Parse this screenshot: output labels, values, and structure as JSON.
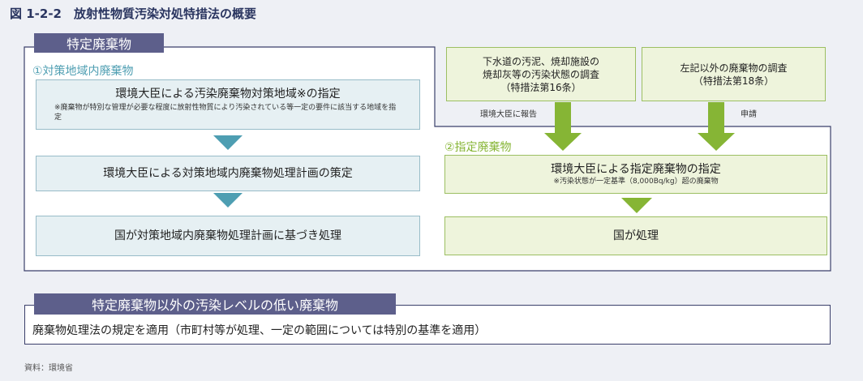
{
  "title": "図 1-2-2　放射性物質汚染対処特措法の概要",
  "section1": {
    "label": "特定廃棄物",
    "sub1": {
      "label": "①対策地域内廃棄物",
      "box1": {
        "text": "環境大臣による汚染廃棄物対策地域※の指定",
        "note": "※廃棄物が特別な管理が必要な程度に放射性物質により汚染されている等一定の要件に該当する地域を指定"
      },
      "box2": "環境大臣による対策地域内廃棄物処理計画の策定",
      "box3": "国が対策地域内廃棄物処理計画に基づき処理"
    },
    "sub2": {
      "label": "②指定廃棄物",
      "box1": {
        "text": "環境大臣による指定廃棄物の指定",
        "note": "※汚染状態が一定基準（8,000Bq/kg）超の廃棄物"
      },
      "box2": "国が処理"
    }
  },
  "survey": {
    "box_left": {
      "line1": "下水道の汚泥、焼却施設の",
      "line2": "焼却灰等の汚染状態の調査",
      "line3": "（特措法第16条）"
    },
    "box_right": {
      "line1": "左記以外の廃棄物の調査",
      "line2": "（特措法第18条）"
    },
    "report_label": "環境大臣に報告",
    "apply_label": "申請"
  },
  "section2": {
    "label": "特定廃棄物以外の汚染レベルの低い廃棄物",
    "text": "廃棄物処理法の規定を適用（市町村等が処理、一定の範囲については特別の基準を適用）"
  },
  "source": "資料：環境省",
  "colors": {
    "teal_arrow": "#4e9eb2",
    "green_arrow": "#86b535",
    "label_bg": "#5d5f8b",
    "border": "#3a3f6a"
  }
}
